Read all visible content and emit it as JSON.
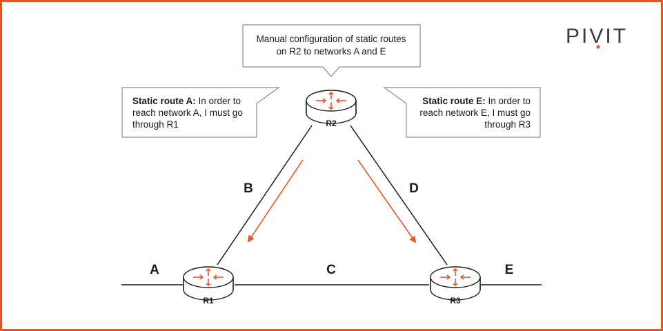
{
  "brand": {
    "logo_left": "PI",
    "logo_mid": "V",
    "logo_right": "IT",
    "accent": "#e8542a"
  },
  "routers": [
    {
      "id": "R1",
      "label": "R1"
    },
    {
      "id": "R2",
      "label": "R2"
    },
    {
      "id": "R3",
      "label": "R3"
    }
  ],
  "networks": {
    "A": "A",
    "B": "B",
    "C": "C",
    "D": "D",
    "E": "E"
  },
  "callouts": {
    "top": {
      "line1": "Manual configuration of static routes",
      "line2": "on R2 to networks A and E"
    },
    "left": {
      "bold": "Static route A:",
      "line1_rest": " In order to",
      "line2": "reach network A, I must go",
      "line3": "through R1"
    },
    "right": {
      "bold": "Static route E:",
      "line1_rest": " In order to",
      "line2": "reach network E, I must go",
      "line3": "through R3"
    }
  },
  "colors": {
    "frame": "#e8542a",
    "line": "#1a1a1a",
    "box_border": "#8c8c8c",
    "arrow": "#e8542a"
  }
}
